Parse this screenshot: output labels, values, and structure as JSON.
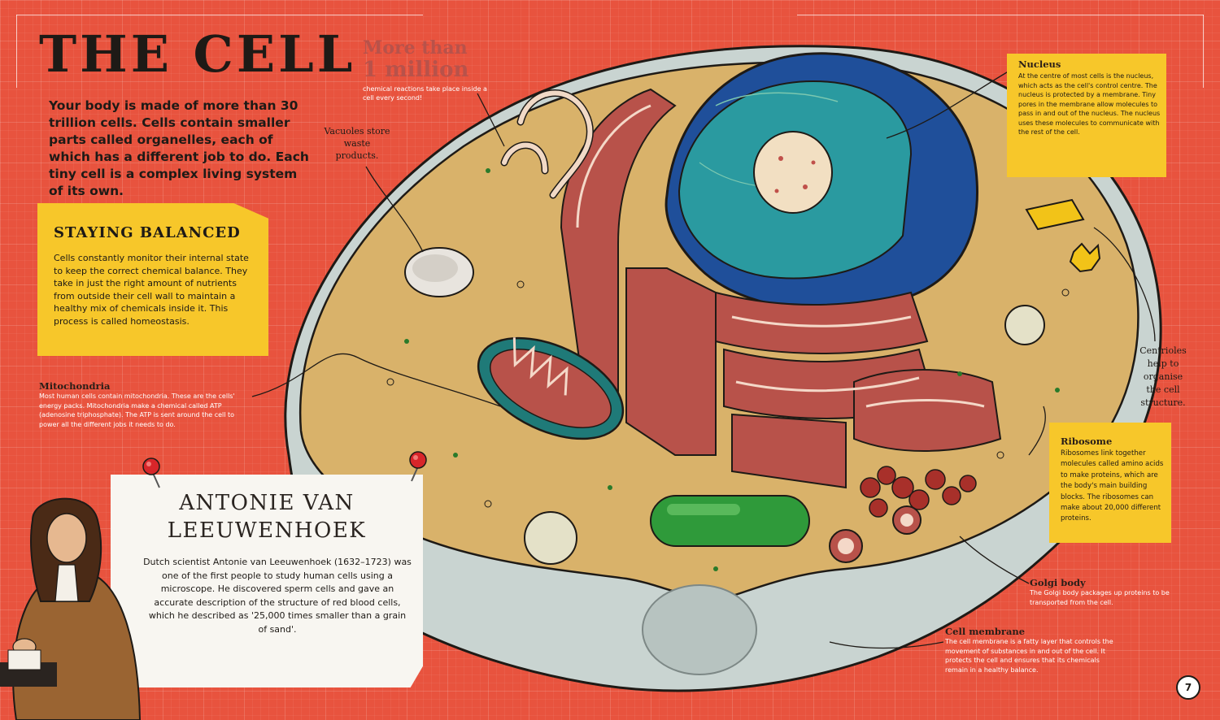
{
  "header": {
    "title": "THE CELL"
  },
  "intro": "Your body is made of more than 30 trillion cells. Cells contain smaller parts called organelles, each of which has a different job to do. Each tiny cell is a complex living system of its own.",
  "balanced": {
    "title": "STAYING BALANCED",
    "text": "Cells constantly monitor their internal state to keep the correct chemical balance. They take in just the right amount of nutrients from outside their cell wall to maintain a healthy mix of chemicals inside it. This process is called homeostasis."
  },
  "fact": {
    "big_line1": "More than",
    "big_line2": "1 million",
    "small": "chemical reactions take place inside a cell every second!"
  },
  "labels": {
    "vacuoles": "Vacuoles store waste products.",
    "nucleus_title": "Nucleus",
    "nucleus_text": "At the centre of most cells is the nucleus, which acts as the cell's control centre. The nucleus is protected by a membrane. Tiny pores in the membrane allow molecules to pass in and out of the nucleus. The nucleus uses these molecules to communicate with the rest of the cell.",
    "centrioles": "Centrioles help to organise the cell structure.",
    "ribosome_title": "Ribosome",
    "ribosome_text": "Ribosomes link together molecules called amino acids to make proteins, which are the body's main building blocks. The ribosomes can make about 20,000 different proteins.",
    "mito_title": "Mitochondria",
    "mito_text": "Most human cells contain mitochondria. These are the cells' energy packs. Mitochondria make a chemical called ATP (adenosine triphosphate). The ATP is sent around the cell to power all the different jobs it needs to do.",
    "golgi_title": "Golgi body",
    "golgi_text": "The Golgi body packages up proteins to be transported from the cell.",
    "membrane_title": "Cell membrane",
    "membrane_text": "The cell membrane is a fatty layer that controls the movement of substances in and out of the cell. It protects the cell and ensures that its chemicals remain in a healthy balance."
  },
  "antonie": {
    "title_line1": "ANTONIE VAN",
    "title_line2": "LEEUWENHOEK",
    "text": "Dutch scientist Antonie van Leeuwenhoek (1632–1723) was one of the first people to study human cells using a microscope. He discovered sperm cells and gave an accurate description of the structure of red blood cells, which he described as '25,000 times smaller than a grain of sand'."
  },
  "page_number": "7",
  "colors": {
    "background": "#e8533e",
    "yellow_box": "#f7c72a",
    "cytoplasm": "#d9b26a",
    "nucleus": "#2a9aa0",
    "nucleus_shell": "#1f4f9a",
    "er": "#b8524a",
    "mitochondria_shell": "#1f7a78",
    "lysosome": "#2f9a3a"
  }
}
